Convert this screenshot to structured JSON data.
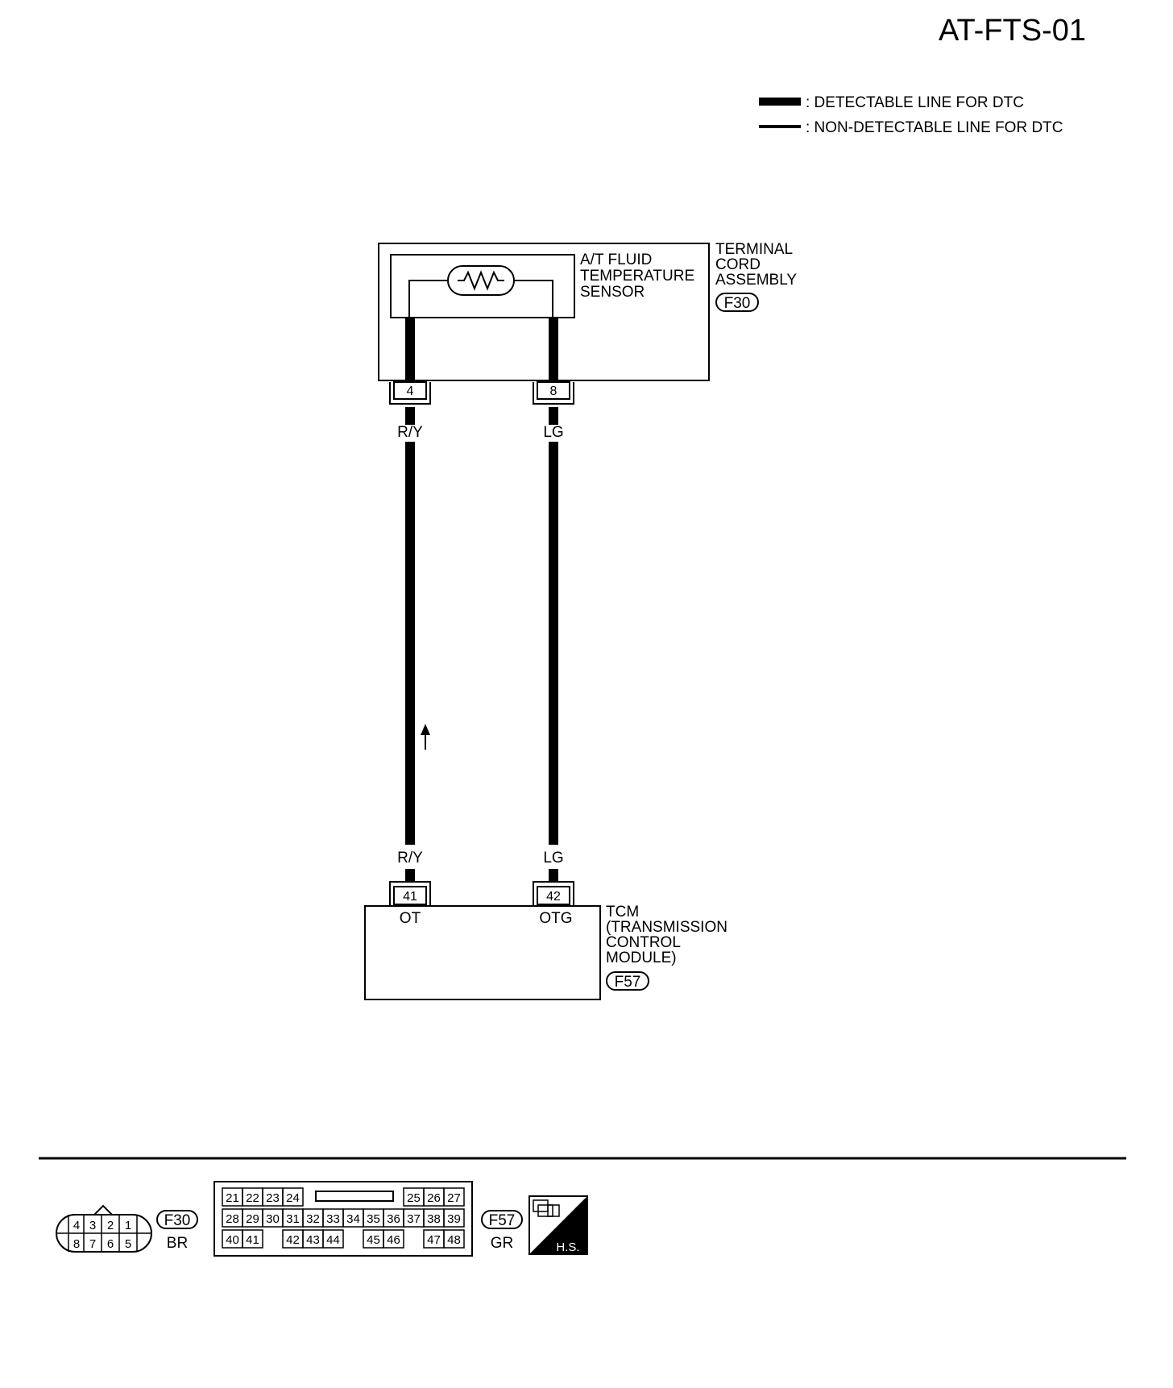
{
  "title": "AT-FTS-01",
  "legend": {
    "detectable": ": DETECTABLE LINE FOR DTC",
    "non_detectable": ": NON-DETECTABLE LINE FOR DTC"
  },
  "terminal_cord_assembly": {
    "lines": [
      "TERMINAL",
      "CORD",
      "ASSEMBLY"
    ],
    "connector": "F30"
  },
  "sensor": {
    "lines": [
      "A/T FLUID",
      "TEMPERATURE",
      "SENSOR"
    ]
  },
  "wires": [
    {
      "top_pin": "4",
      "color_top": "R/Y",
      "color_bottom": "R/Y",
      "tcm_pin": "41",
      "signal": "OT"
    },
    {
      "top_pin": "8",
      "color_top": "LG",
      "color_bottom": "LG",
      "tcm_pin": "42",
      "signal": "OTG"
    }
  ],
  "tcm": {
    "lines": [
      "TCM",
      "(TRANSMISSION",
      "CONTROL",
      "MODULE)"
    ],
    "connector": "F57"
  },
  "connector_views": {
    "f30": {
      "name": "F30",
      "color": "BR",
      "top_row": [
        "4",
        "3",
        "2",
        "1"
      ],
      "bottom_row": [
        "8",
        "7",
        "6",
        "5"
      ]
    },
    "f57": {
      "name": "F57",
      "color": "GR",
      "row1_left": [
        "21",
        "22",
        "23",
        "24"
      ],
      "row1_right": [
        "25",
        "26",
        "27"
      ],
      "row2": [
        "28",
        "29",
        "30",
        "31",
        "32",
        "33",
        "34",
        "35",
        "36",
        "37",
        "38",
        "39"
      ],
      "row3a": [
        "40",
        "41"
      ],
      "row3b": [
        "42",
        "43",
        "44"
      ],
      "row3c": [
        "45",
        "46"
      ],
      "row3d": [
        "47",
        "48"
      ]
    },
    "hs_label": "H.S."
  },
  "colors": {
    "line": "#000000",
    "background": "#ffffff"
  }
}
